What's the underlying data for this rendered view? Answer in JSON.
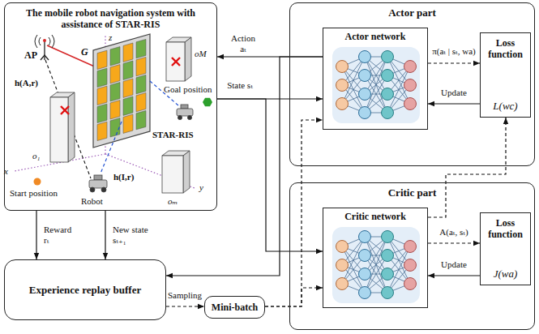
{
  "diagram": {
    "nodes": [
      {
        "text": [
          "The mobile robot navigation system with assistance of STAR-RIS"
        ]
      },
      {
        "text": [
          "Actor part"
        ]
      },
      {
        "text": [
          "Actor network"
        ],
        "in": 1
      },
      {
        "text": [
          "Loss function",
          "L(wc)"
        ],
        "in": 1
      },
      {
        "text": [
          "Critic part"
        ]
      },
      {
        "text": [
          "Critic network"
        ],
        "in": 4
      },
      {
        "text": [
          "Loss function",
          "J(wa)"
        ],
        "in": 4
      },
      {
        "text": [
          "Experience replay buffer"
        ]
      },
      {
        "text": [
          "Mini-batch"
        ]
      }
    ],
    "edges": [
      {
        "from": 2,
        "to": 0,
        "arrow": "to",
        "label": "Action aₜ"
      },
      {
        "from": 0,
        "to": 2,
        "arrow": "to",
        "label": "State sₜ"
      },
      {
        "from": 0,
        "to": 5,
        "arrow": "to"
      },
      {
        "from": 2,
        "to": 7,
        "arrow": "to"
      },
      {
        "from": 0,
        "to": 7,
        "arrow": "to",
        "label": "Reward rₜ"
      },
      {
        "from": 0,
        "to": 7,
        "arrow": "to",
        "label": "New state sₜ₊₁"
      },
      {
        "from": 7,
        "to": 8,
        "arrow": "to",
        "label": "Sampling"
      },
      {
        "from": 8,
        "to": 5,
        "arrow": "to"
      },
      {
        "from": 8,
        "to": 2,
        "arrow": "to"
      },
      {
        "from": 2,
        "to": 3,
        "arrow": "to",
        "label": "π(aₜ | sₜ, wa)"
      },
      {
        "from": 3,
        "to": 2,
        "arrow": "to",
        "label": "Update"
      },
      {
        "from": 5,
        "to": 6,
        "arrow": "to",
        "label": "A(aₜ, sₜ)"
      },
      {
        "from": 6,
        "to": 5,
        "arrow": "to",
        "label": "Update"
      },
      {
        "from": 5,
        "to": 3,
        "arrow": "to"
      }
    ],
    "labels": [
      "AP",
      "G",
      "h(A,r)",
      "z",
      "STAR-RIS",
      "o₁",
      "x",
      "h(I,r)",
      "Start position",
      "Robot",
      "oM",
      "Goal position",
      "oₘ",
      "y"
    ]
  }
}
